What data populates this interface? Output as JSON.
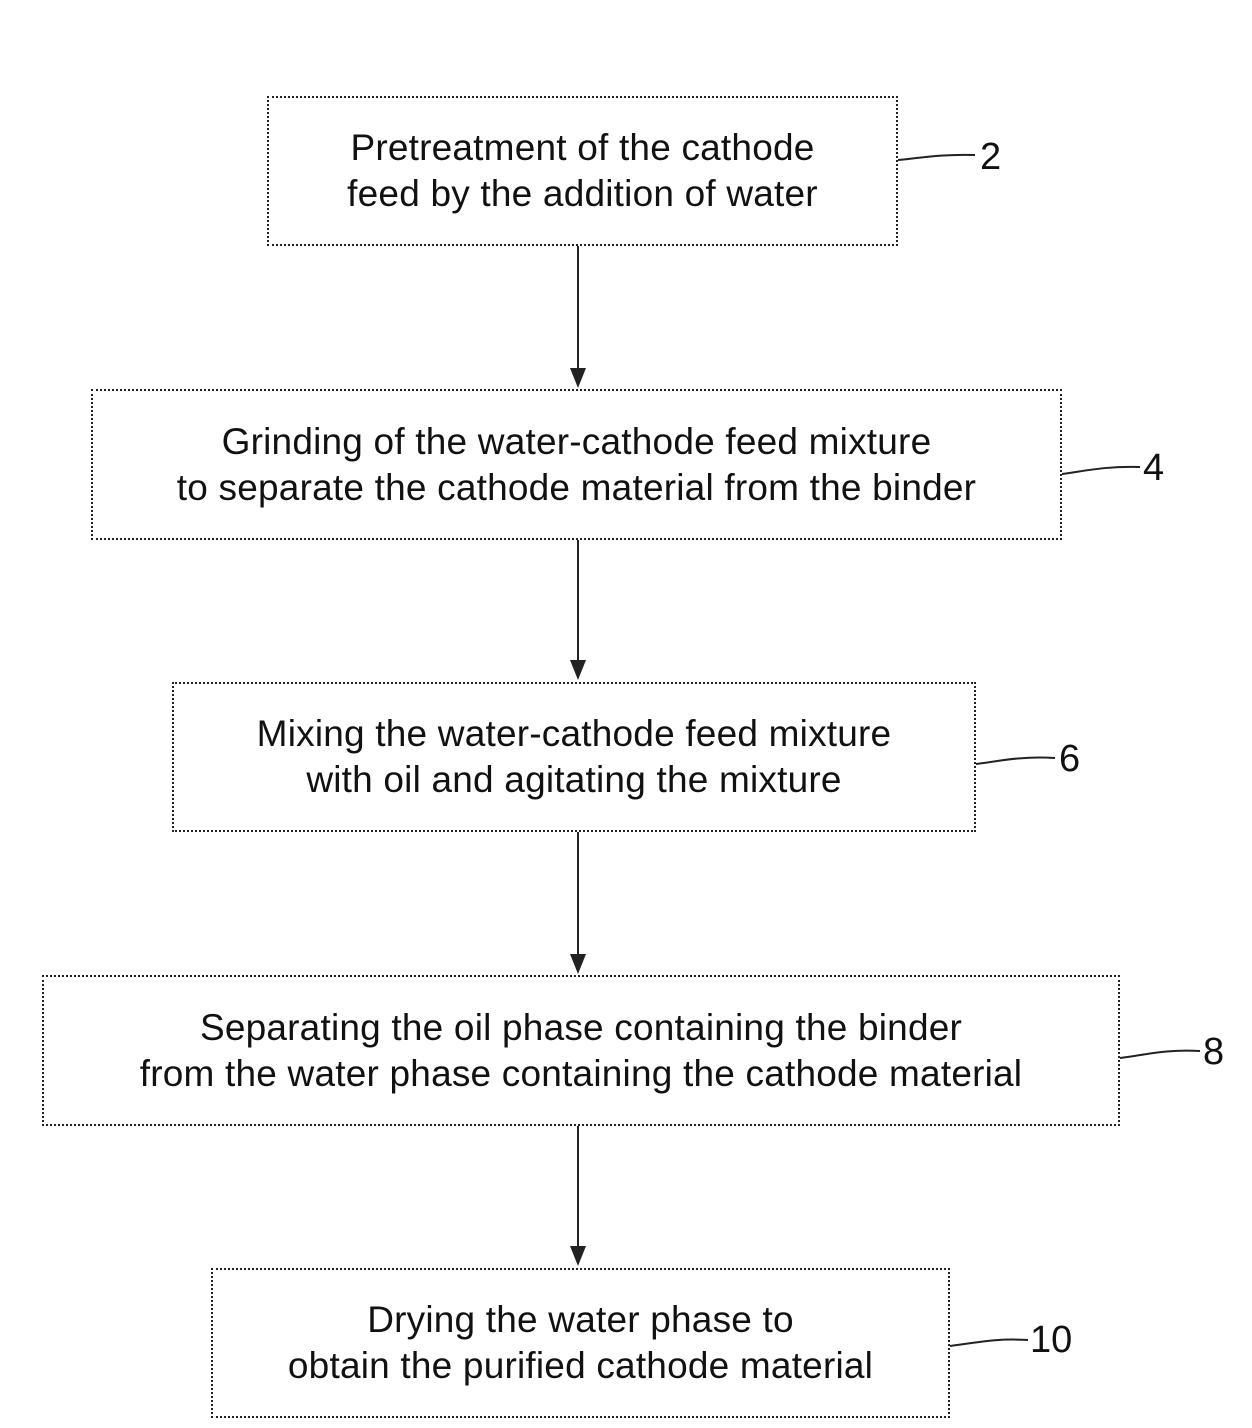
{
  "steps": [
    {
      "ref": "2",
      "lines": [
        "Pretreatment of the cathode",
        "feed by the addition of water"
      ]
    },
    {
      "ref": "4",
      "lines": [
        "Grinding of the water-cathode feed mixture",
        "to separate the cathode material from the binder"
      ]
    },
    {
      "ref": "6",
      "lines": [
        "Mixing the water-cathode feed mixture",
        "with oil and agitating the mixture"
      ]
    },
    {
      "ref": "8",
      "lines": [
        "Separating the oil phase containing the binder",
        "from the water phase containing the cathode material"
      ]
    },
    {
      "ref": "10",
      "lines": [
        "Drying the water phase to",
        "obtain the purified cathode material"
      ]
    }
  ]
}
